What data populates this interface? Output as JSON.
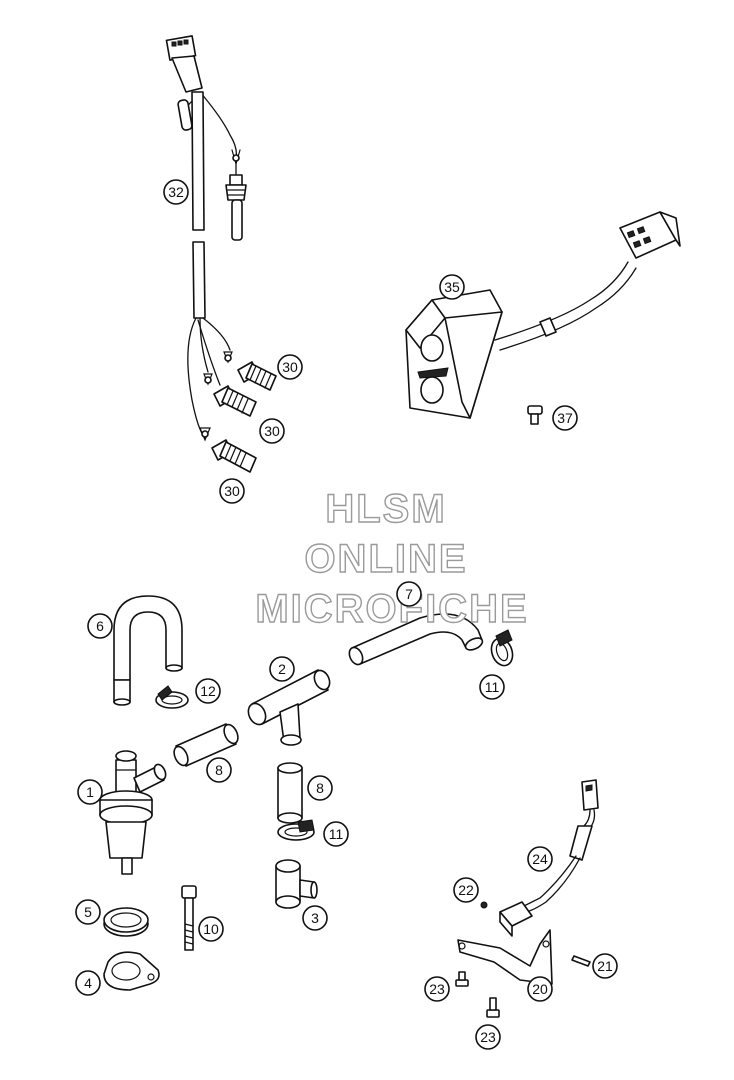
{
  "watermark": {
    "line1": "HLSM",
    "line2": "ONLINE",
    "line3": "MICROFICHE"
  },
  "callouts": [
    {
      "id": "c32",
      "label": "32"
    },
    {
      "id": "c35",
      "label": "35"
    },
    {
      "id": "c30a",
      "label": "30"
    },
    {
      "id": "c30b",
      "label": "30"
    },
    {
      "id": "c30c",
      "label": "30"
    },
    {
      "id": "c37",
      "label": "37"
    },
    {
      "id": "c7",
      "label": "7"
    },
    {
      "id": "c6",
      "label": "6"
    },
    {
      "id": "c12",
      "label": "12"
    },
    {
      "id": "c2",
      "label": "2"
    },
    {
      "id": "c11a",
      "label": "11"
    },
    {
      "id": "c8a",
      "label": "8"
    },
    {
      "id": "c8b",
      "label": "8"
    },
    {
      "id": "c1",
      "label": "1"
    },
    {
      "id": "c11b",
      "label": "11"
    },
    {
      "id": "c24",
      "label": "24"
    },
    {
      "id": "c22",
      "label": "22"
    },
    {
      "id": "c5",
      "label": "5"
    },
    {
      "id": "c3",
      "label": "3"
    },
    {
      "id": "c10",
      "label": "10"
    },
    {
      "id": "c21",
      "label": "21"
    },
    {
      "id": "c4",
      "label": "4"
    },
    {
      "id": "c23a",
      "label": "23"
    },
    {
      "id": "c20",
      "label": "20"
    },
    {
      "id": "c23b",
      "label": "23"
    }
  ]
}
